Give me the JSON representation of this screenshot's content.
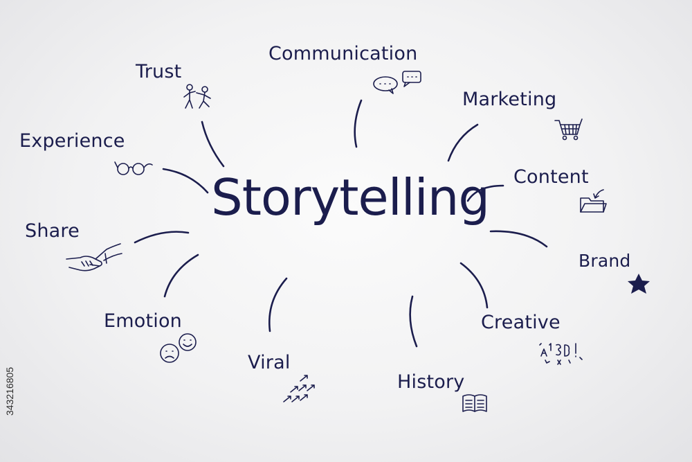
{
  "diagram": {
    "center": "Storytelling",
    "nodes": {
      "communication": "Communication",
      "trust": "Trust",
      "marketing": "Marketing",
      "experience": "Experience",
      "content": "Content",
      "share": "Share",
      "brand": "Brand",
      "emotion": "Emotion",
      "creative": "Creative",
      "viral": "Viral",
      "history": "History"
    },
    "icon_names": {
      "communication": "speech-bubbles-icon",
      "trust": "stick-figures-icon",
      "marketing": "shopping-cart-icon",
      "experience": "glasses-icon",
      "content": "folder-arrow-icon",
      "share": "handshake-icon",
      "brand": "star-icon",
      "emotion": "faces-icon",
      "creative": "doodles-icon",
      "viral": "arrows-icon",
      "history": "open-book-icon"
    },
    "ink_color": "#1b1d4d"
  },
  "stock_id": "343216805"
}
